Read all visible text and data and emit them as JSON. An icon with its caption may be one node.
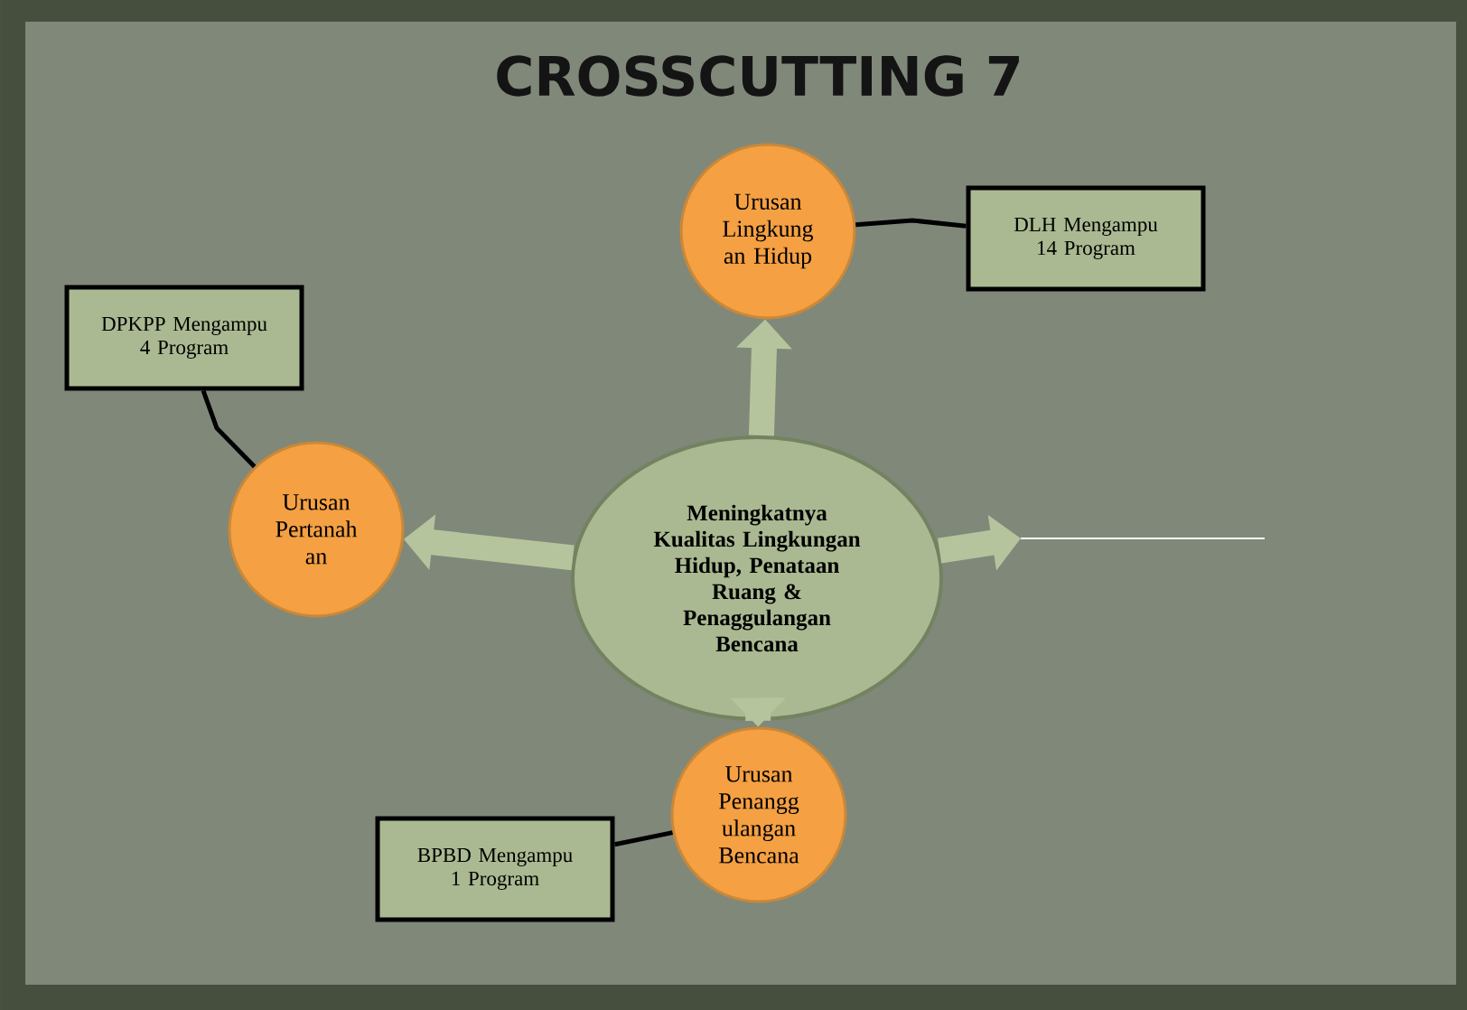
{
  "diagram": {
    "title": "CROSSCUTTING 7",
    "nodes": [
      {
        "text": [
          "Urusan Lingkung an Hidup"
        ]
      },
      {
        "text": [
          "DLH Mengampu 14 Program"
        ]
      },
      {
        "text": [
          "DPKPP Mengampu 4 Program"
        ]
      },
      {
        "text": [
          "Meningkatnya Kualitas Lingkungan Hidup, Penataan Ruang & Penaggulangan Bencana"
        ]
      },
      {
        "text": [
          "Urusan Pertanah an"
        ]
      },
      {
        "text": [
          "Urusan Penangg ulangan Bencana"
        ]
      },
      {
        "text": [
          "BPBD Mengampu 1 Program"
        ]
      }
    ],
    "edges": [
      {
        "from": 3,
        "to": 0,
        "arrow": "to"
      },
      {
        "from": 3,
        "to": 4,
        "arrow": "to"
      },
      {
        "from": 3,
        "to": 5,
        "arrow": "to"
      },
      {
        "from": 3,
        "to": null,
        "arrow": "to"
      },
      {
        "from": 1,
        "to": 0,
        "arrow": "none",
        "color": "#000000"
      },
      {
        "from": 2,
        "to": 4,
        "arrow": "none",
        "color": "#000000"
      },
      {
        "from": 6,
        "to": 5,
        "arrow": "none",
        "color": "#000000"
      }
    ]
  }
}
